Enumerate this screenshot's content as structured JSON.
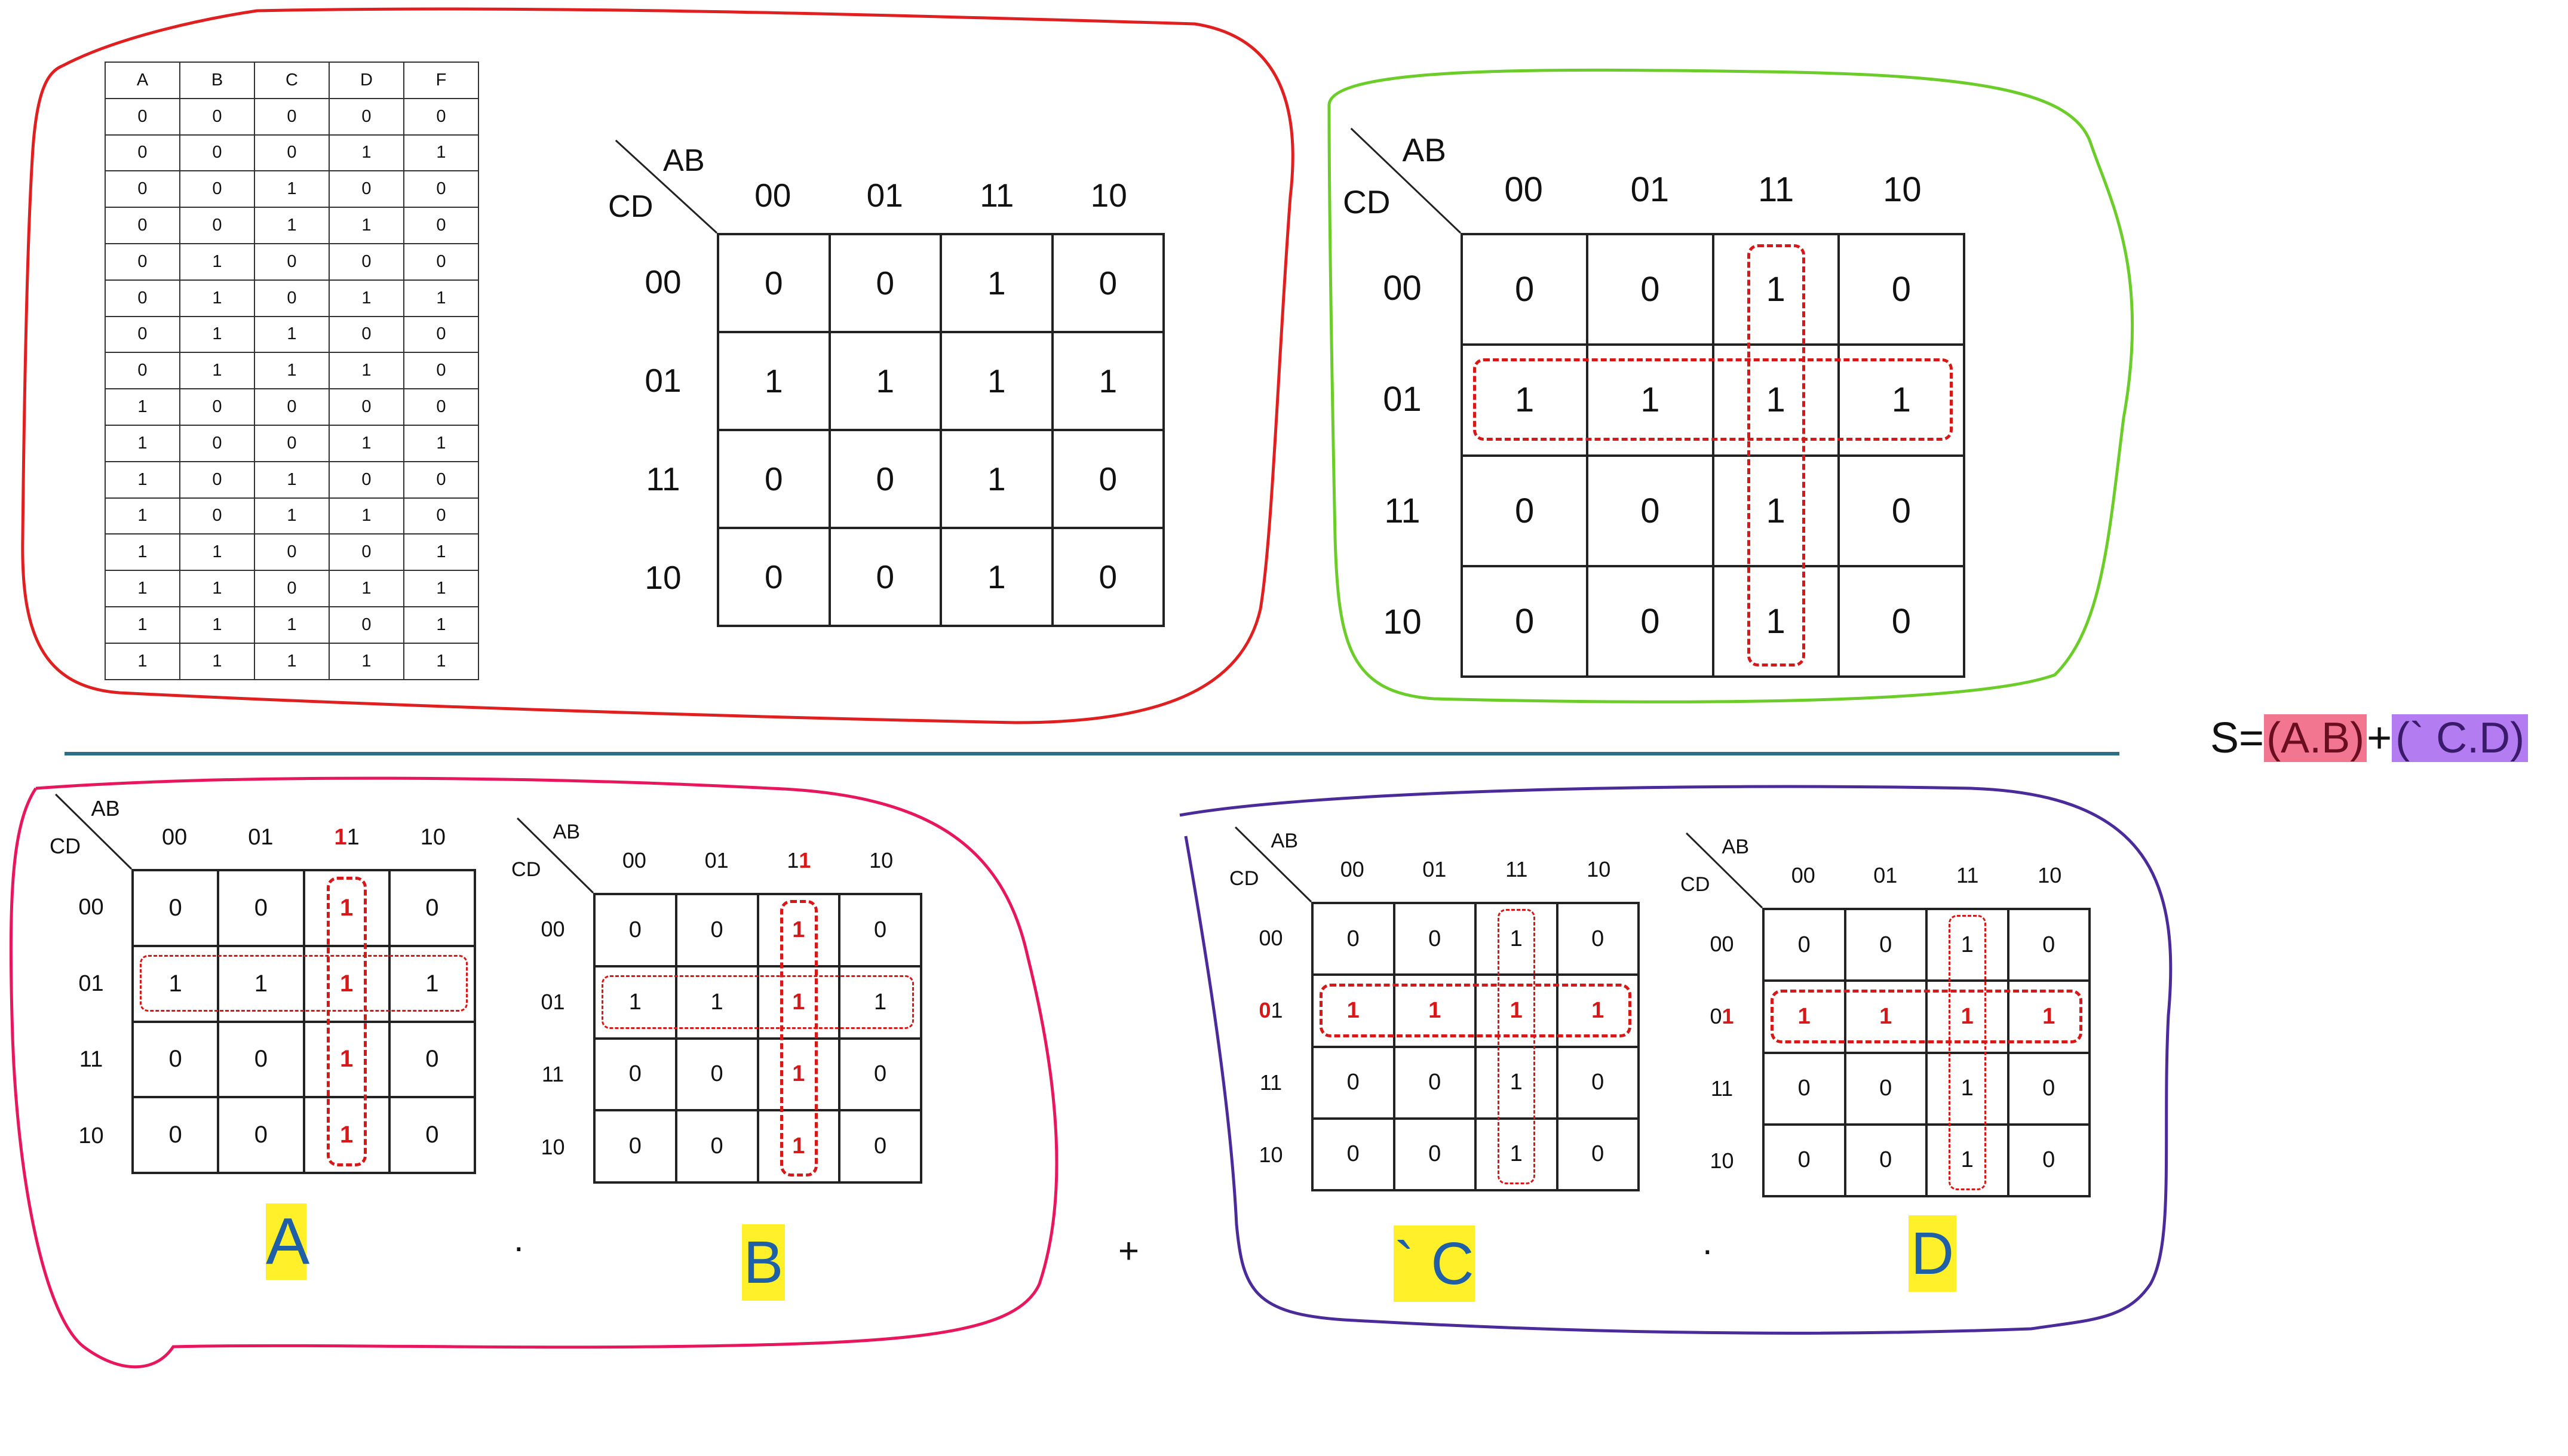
{
  "truth_table": {
    "headers": [
      "A",
      "B",
      "C",
      "D",
      "F"
    ],
    "rows": [
      [
        "0",
        "0",
        "0",
        "0",
        "0"
      ],
      [
        "0",
        "0",
        "0",
        "1",
        "1"
      ],
      [
        "0",
        "0",
        "1",
        "0",
        "0"
      ],
      [
        "0",
        "0",
        "1",
        "1",
        "0"
      ],
      [
        "0",
        "1",
        "0",
        "0",
        "0"
      ],
      [
        "0",
        "1",
        "0",
        "1",
        "1"
      ],
      [
        "0",
        "1",
        "1",
        "0",
        "0"
      ],
      [
        "0",
        "1",
        "1",
        "1",
        "0"
      ],
      [
        "1",
        "0",
        "0",
        "0",
        "0"
      ],
      [
        "1",
        "0",
        "0",
        "1",
        "1"
      ],
      [
        "1",
        "0",
        "1",
        "0",
        "0"
      ],
      [
        "1",
        "0",
        "1",
        "1",
        "0"
      ],
      [
        "1",
        "1",
        "0",
        "0",
        "1"
      ],
      [
        "1",
        "1",
        "0",
        "1",
        "1"
      ],
      [
        "1",
        "1",
        "1",
        "0",
        "1"
      ],
      [
        "1",
        "1",
        "1",
        "1",
        "1"
      ]
    ]
  },
  "kmap_labels": {
    "col_var": "AB",
    "row_var": "CD",
    "cols": [
      "00",
      "01",
      "11",
      "10"
    ],
    "rows": [
      "00",
      "01",
      "11",
      "10"
    ]
  },
  "kmap_values": [
    [
      "0",
      "0",
      "1",
      "0"
    ],
    [
      "1",
      "1",
      "1",
      "1"
    ],
    [
      "0",
      "0",
      "1",
      "0"
    ],
    [
      "0",
      "0",
      "1",
      "0"
    ]
  ],
  "terms": {
    "a": "A",
    "b": "B",
    "c_not": "` C",
    "d": "D",
    "dot": ".",
    "plus": "+"
  },
  "formula": {
    "prefix": "S=",
    "term1": "(A.B)",
    "mid": "+",
    "term2": "(` C.D)"
  },
  "colors": {
    "group_dash": "#d81818",
    "outline_top_left": "#e02020",
    "outline_top_right": "#6ccd2a",
    "outline_bottom_left": "#e8175d",
    "outline_bottom_right": "#4b2a9a",
    "divider": "#2a6f87",
    "highlight": "#fff02a",
    "term_text": "#1f5fa8",
    "formula_term1_bg": "#f2768f",
    "formula_term2_bg": "#b37cf0"
  }
}
